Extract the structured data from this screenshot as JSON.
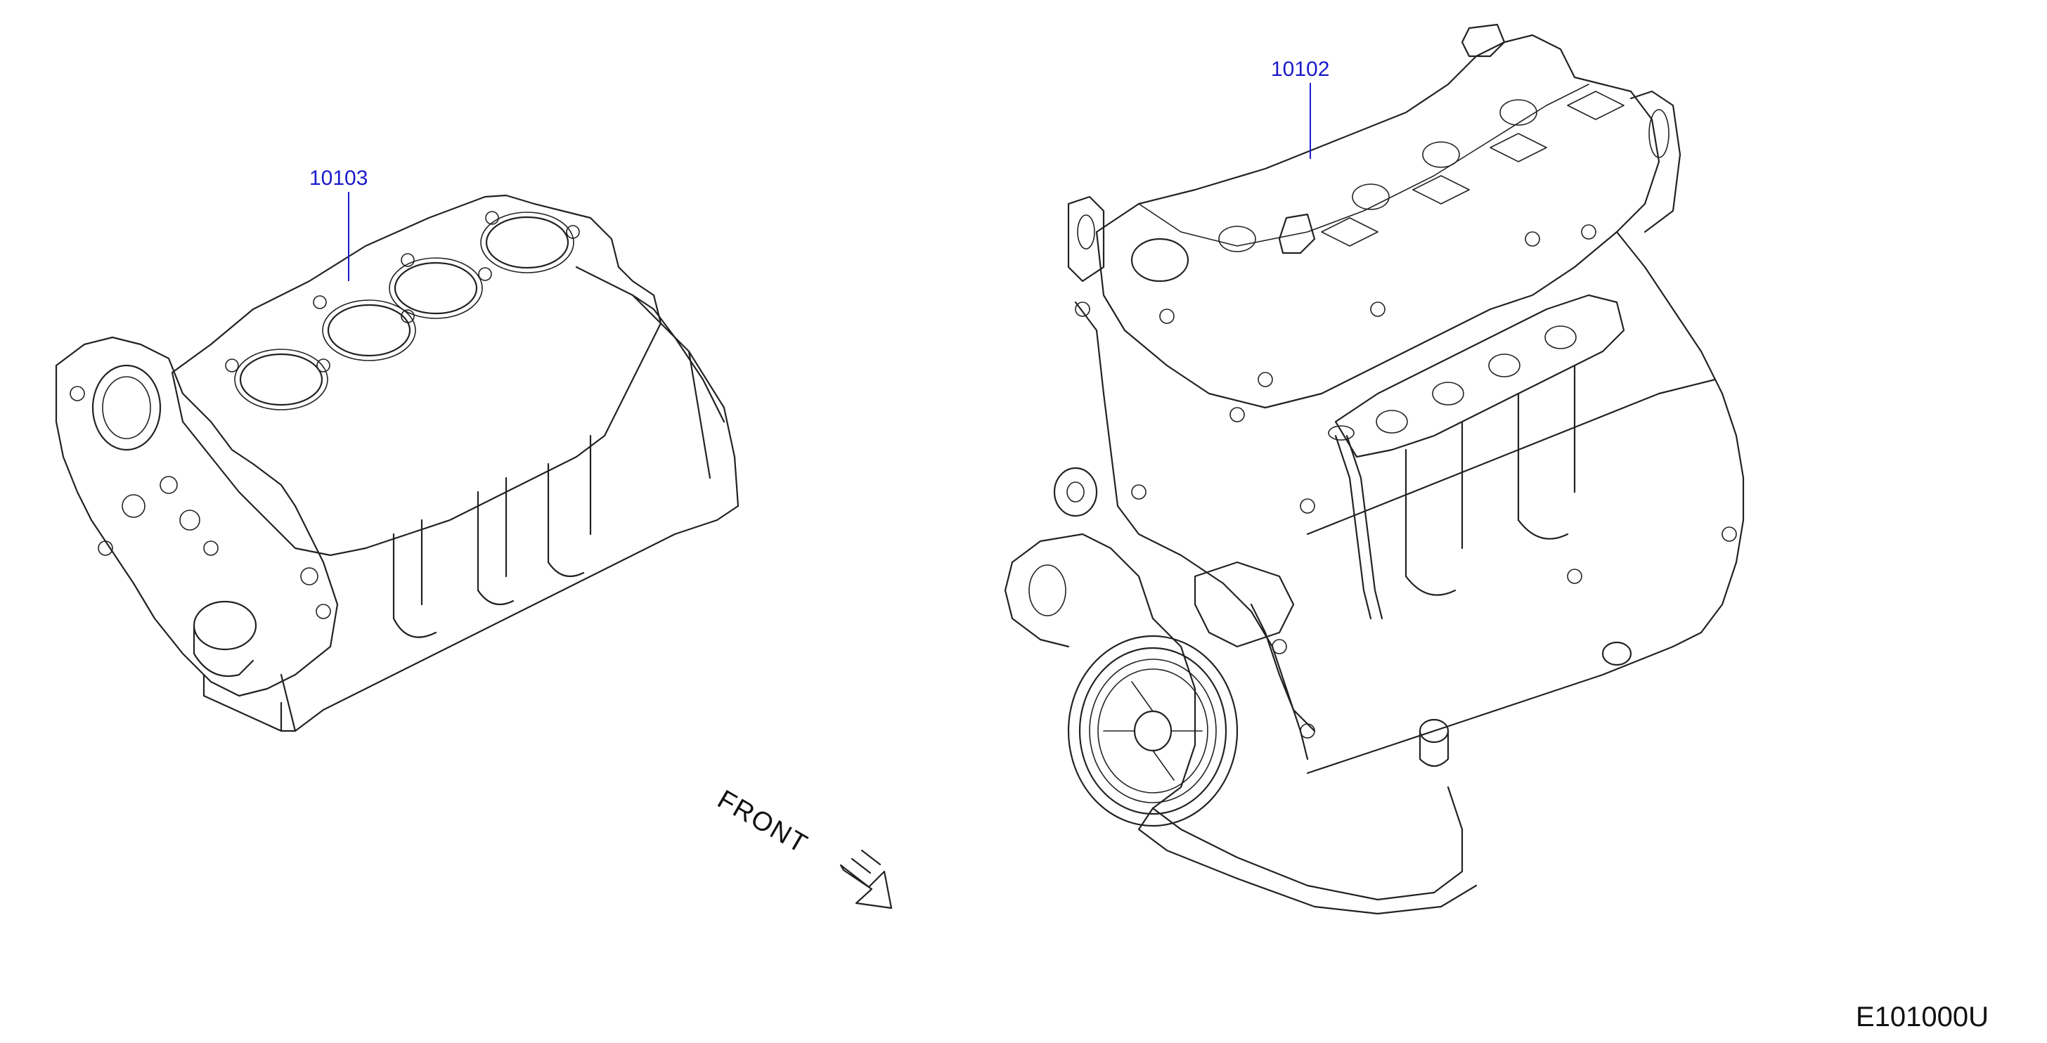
{
  "callouts": {
    "cylinder_block": "10103",
    "engine_assembly": "10102"
  },
  "direction_label": "FRONT",
  "diagram_code": "E101000U",
  "colors": {
    "callout_text": "#1a1acc",
    "line_art": "#222222",
    "background": "#ffffff"
  }
}
